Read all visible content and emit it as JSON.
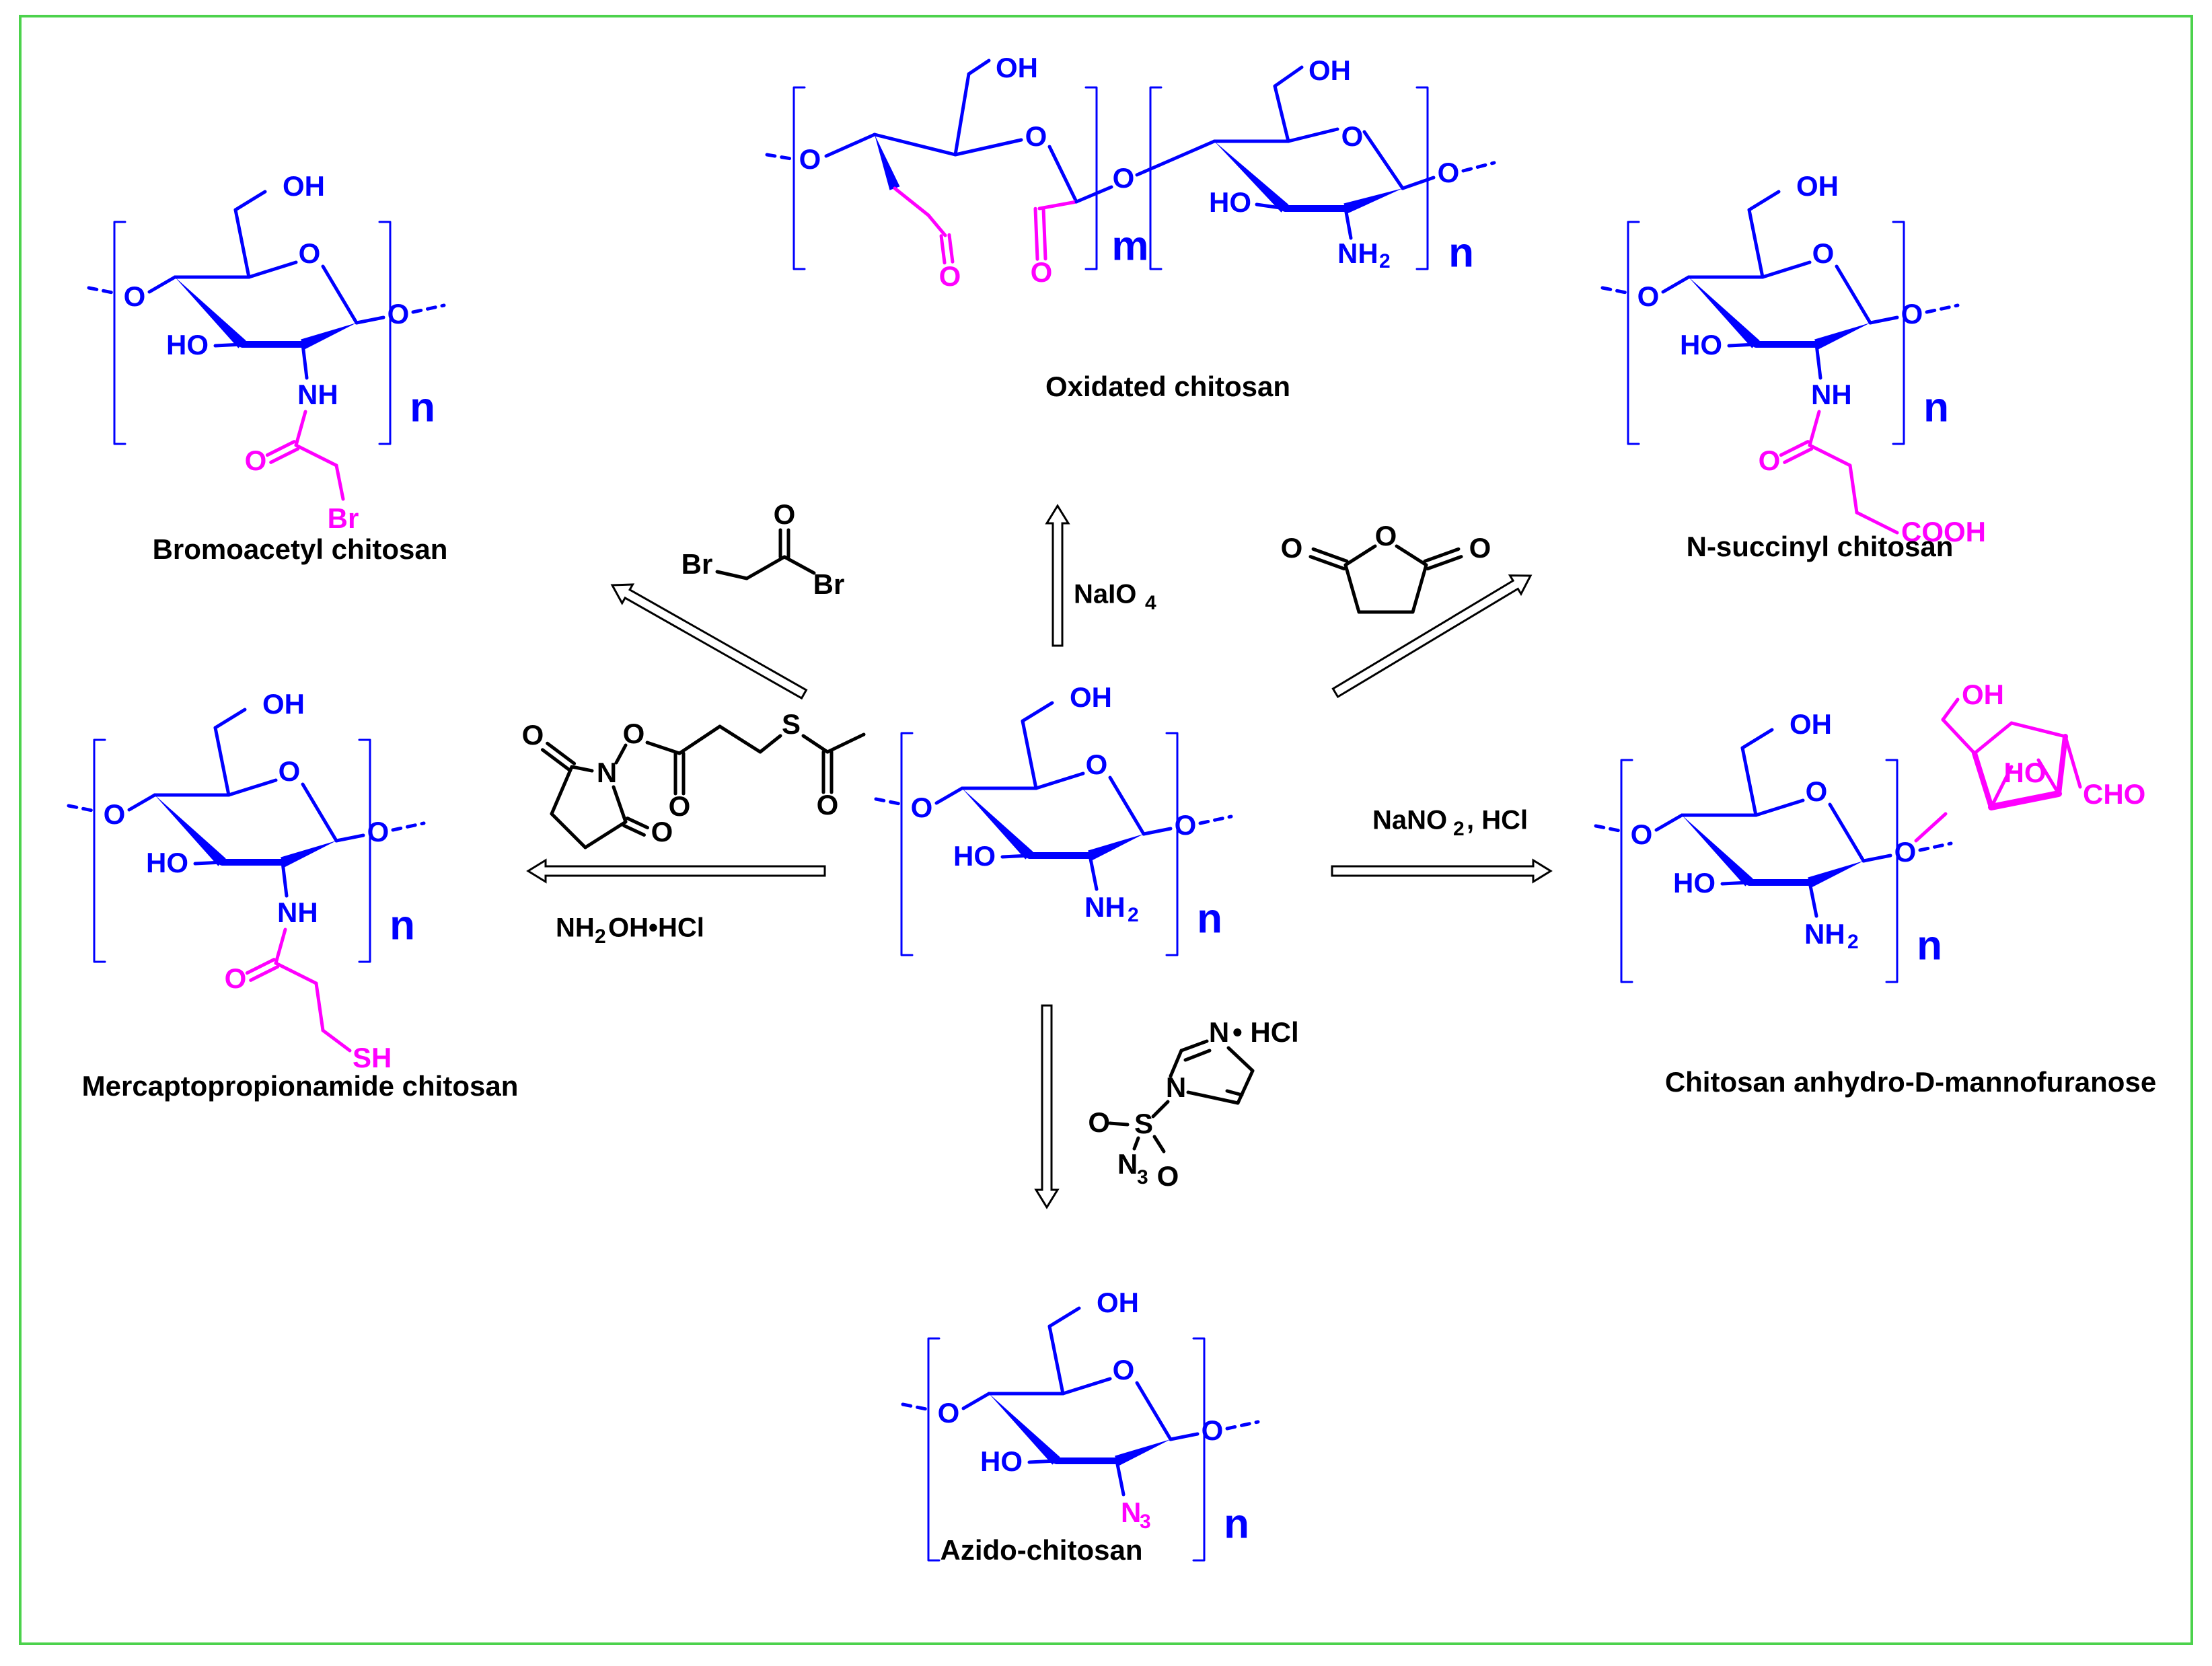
{
  "colors": {
    "backbone": "#0000ff",
    "modification": "#ff00ff",
    "reagent": "#000000",
    "frame": "#4cd24c"
  },
  "captions": {
    "bromoacetyl": "Bromoacetyl chitosan",
    "oxidated": "Oxidated chitosan",
    "succinyl": "N-succinyl chitosan",
    "mercapto": "Mercaptopropionamide chitosan",
    "mannofuranose": "Chitosan anhydro-D-mannofuranose",
    "azido": "Azido-chitosan"
  },
  "labels": {
    "oh": "OH",
    "ho": "HO",
    "o": "O",
    "nh": "NH",
    "nh2": "NH",
    "two": "2",
    "three": "3",
    "four": "4",
    "n": "n",
    "m": "m",
    "br": "Br",
    "sh": "SH",
    "cooh": "COOH",
    "cho": "CHO",
    "n3": "N",
    "s": "S",
    "nplus": "N",
    "hcl": "• HCl"
  },
  "reagents": {
    "naio4_prefix": "NaIO",
    "nano2_prefix": "NaNO",
    "nano2_suffix": ", HCl",
    "nh2oh_prefix": "NH",
    "nh2oh_suffix": "OH•HCl"
  }
}
